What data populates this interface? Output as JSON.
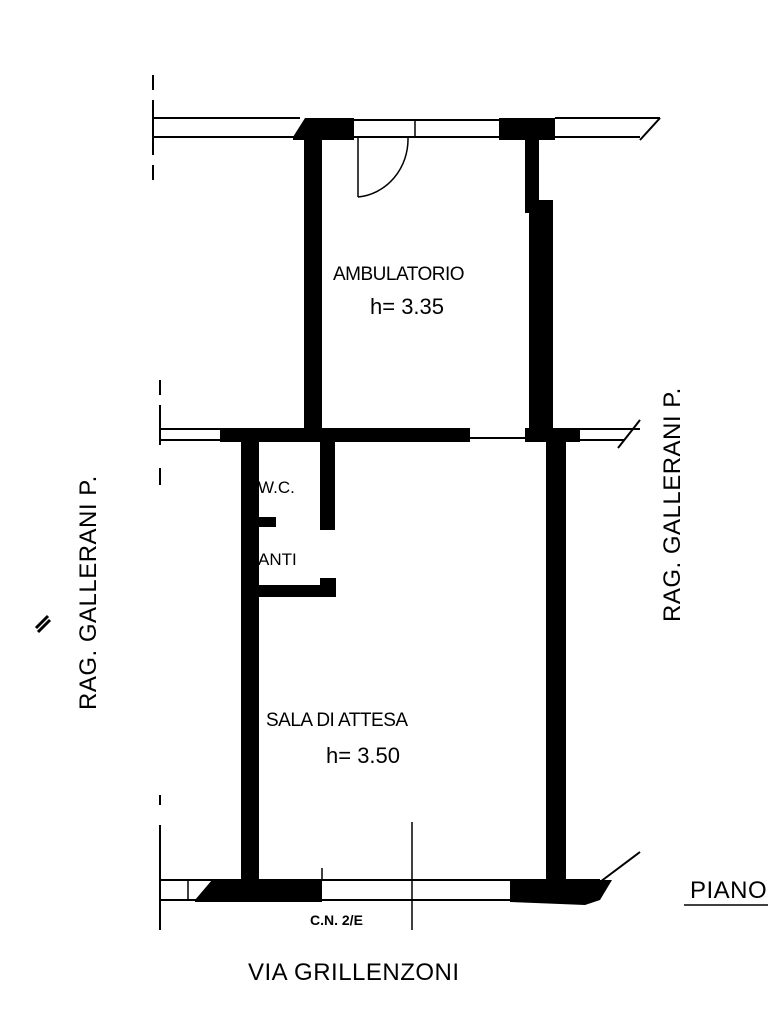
{
  "plan": {
    "rooms": [
      {
        "name": "AMBULATORIO",
        "height_label": "h= 3.35"
      },
      {
        "name": "SALA DI ATTESA",
        "height_label": "h= 3.50"
      },
      {
        "name": "W.C."
      },
      {
        "name": "ANTI"
      }
    ],
    "neighbors": {
      "left": "RAG.  GALLERANI  P.",
      "right": "RAG.  GALLERANI  P."
    },
    "street": "VIA GRILLENZONI",
    "civic_number": "C.N. 2/E",
    "floor_label": "PIANO",
    "colors": {
      "ink": "#000000",
      "paper": "#ffffff"
    }
  }
}
